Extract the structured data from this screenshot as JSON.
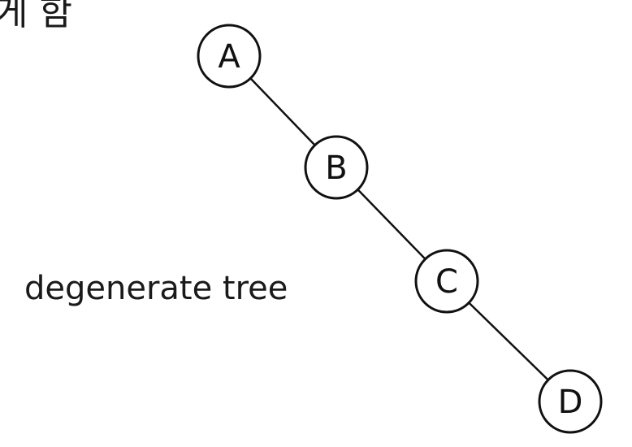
{
  "top_text": "게 함",
  "caption": "degenerate tree",
  "tree": {
    "nodes": [
      {
        "id": "A",
        "label": "A"
      },
      {
        "id": "B",
        "label": "B"
      },
      {
        "id": "C",
        "label": "C"
      },
      {
        "id": "D",
        "label": "D"
      }
    ],
    "edges": [
      {
        "from": "A",
        "to": "B"
      },
      {
        "from": "B",
        "to": "C"
      },
      {
        "from": "C",
        "to": "D"
      }
    ]
  },
  "colors": {
    "stroke": "#111111",
    "fill": "#ffffff",
    "text": "#111111"
  }
}
